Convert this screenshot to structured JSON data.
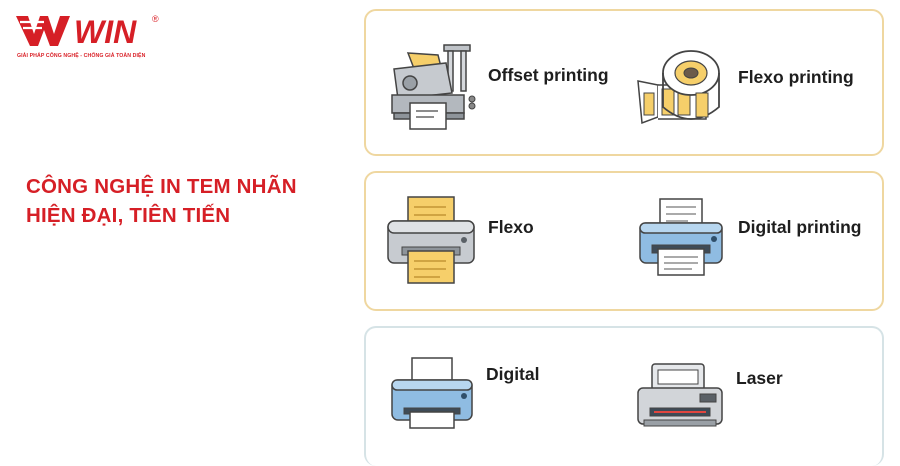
{
  "brand": {
    "name": "WIN",
    "registered": "®",
    "tagline": "GIẢI PHÁP CÔNG NGHỆ - CHỐNG GIẢ TOÀN DIỆN"
  },
  "headline": {
    "line1": "CÔNG NGHỆ IN TEM NHÃN",
    "line2": "HIỆN ĐẠI, TIÊN TIẾN"
  },
  "colors": {
    "brand_red": "#d61f26",
    "card_border_warm": "#efd7a0",
    "card_border_cool": "#d6e3e6",
    "paper_yellow": "#f6cf6a",
    "printer_blue": "#7fb0da"
  },
  "cards": [
    {
      "items": [
        {
          "label": "Offset printing",
          "icon": "offset-press-icon"
        },
        {
          "label": "Flexo printing",
          "icon": "label-roll-icon"
        }
      ]
    },
    {
      "items": [
        {
          "label": "Flexo",
          "icon": "gray-printer-icon"
        },
        {
          "label": "Digital printing",
          "icon": "blue-printer-icon"
        }
      ]
    },
    {
      "items": [
        {
          "label": "Digital",
          "icon": "blue-printer-icon"
        },
        {
          "label": "Laser",
          "icon": "laser-printer-icon"
        }
      ]
    }
  ]
}
